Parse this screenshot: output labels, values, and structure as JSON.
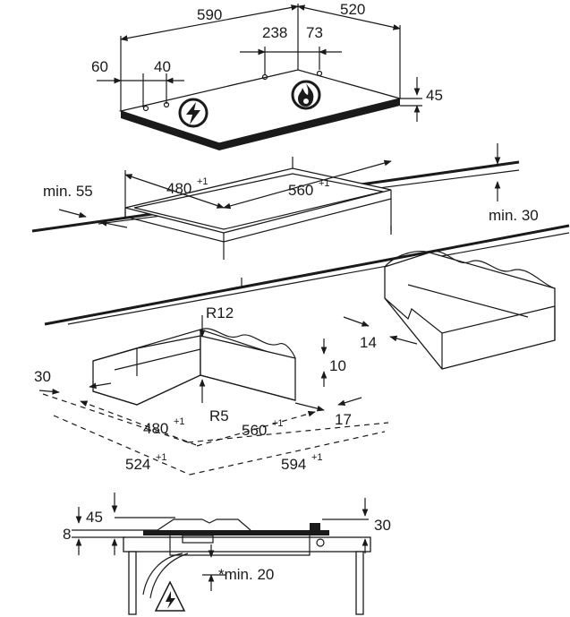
{
  "top_view": {
    "width_590": "590",
    "depth_520": "520",
    "dim_238": "238",
    "dim_73": "73",
    "dim_60": "60",
    "dim_40": "40",
    "height_45": "45"
  },
  "cutout": {
    "min_55": "min. 55",
    "width": "480",
    "width_tol": "+1",
    "depth": "560",
    "depth_tol": "+1",
    "min_30": "min. 30"
  },
  "frame": {
    "r12": "R12",
    "r5": "R5",
    "dim_30": "30",
    "dim_10": "10",
    "dim_14": "14",
    "dim_17": "17",
    "inner_w": "480",
    "inner_w_tol": "+1",
    "inner_d": "560",
    "inner_d_tol": "+1",
    "outer_w": "524",
    "outer_w_tol": "+1",
    "outer_d": "594",
    "outer_d_tol": "+1"
  },
  "section": {
    "dim_45": "45",
    "dim_8": "8",
    "dim_30": "30",
    "min_20": "*min. 20"
  },
  "icons": {
    "electric_zone": "lightning-icon",
    "gas_zone": "flame-icon",
    "warning": "warning-triangle-icon"
  }
}
